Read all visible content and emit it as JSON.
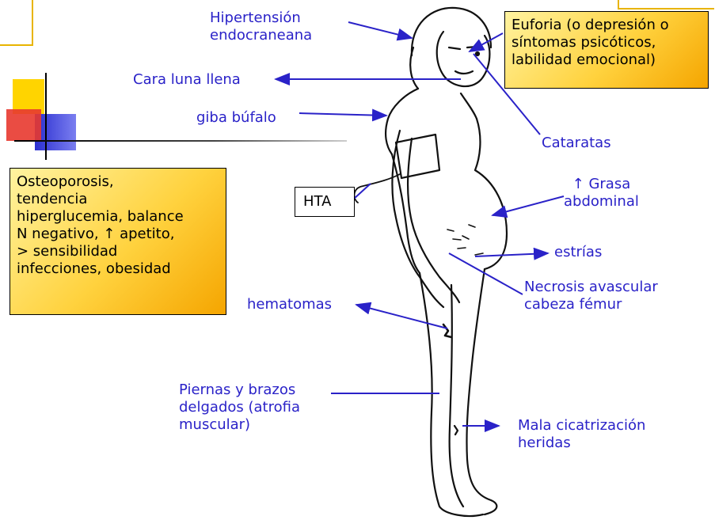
{
  "labels": {
    "hipertension": [
      "Hipertensión",
      "endocraneana"
    ],
    "cara": "Cara luna llena",
    "giba": "giba búfalo",
    "hta": "HTA",
    "cataratas": "Cataratas",
    "grasa": [
      "↑ Grasa",
      "abdominal"
    ],
    "estrias": "estrías",
    "necrosis": [
      "Necrosis avascular",
      "cabeza fémur"
    ],
    "hematomas": "hematomas",
    "piernas": [
      "Piernas y brazos",
      "delgados (atrofia",
      "muscular)"
    ],
    "mala_cicatrizacion": [
      "Mala cicatrización",
      "heridas"
    ]
  },
  "boxes": {
    "euforia": [
      "Euforia (o depresión o",
      "síntomas psicóticos,",
      "labilidad emocional)"
    ],
    "osteoporosis": [
      "Osteoporosis,",
      "tendencia",
      "hiperglucemia, balance",
      "N negativo, ↑ apetito,",
      "> sensibilidad",
      "infecciones, obesidad"
    ]
  },
  "colors": {
    "label_text": "#2a22c8",
    "arrow": "#2a22c8",
    "note_fill": "#ffd23e",
    "accent_red": "#e8382f",
    "accent_blue": "#2b2fd0",
    "accent_yellow": "#ffd400"
  }
}
